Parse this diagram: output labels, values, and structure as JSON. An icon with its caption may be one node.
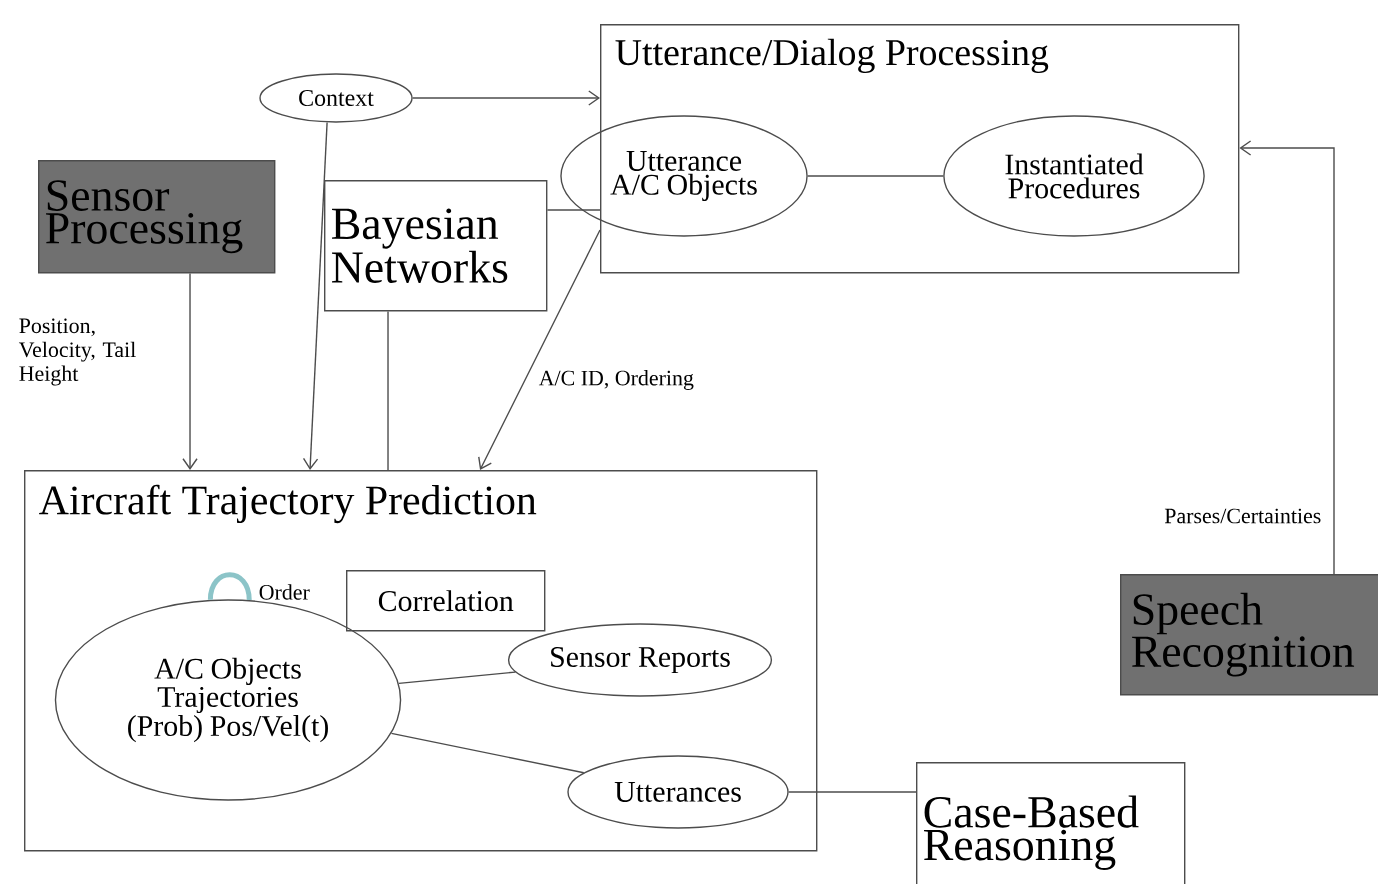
{
  "diagram": {
    "nodes": [
      {
        "text": [
          "Utterance/Dialog Processing"
        ]
      },
      {
        "text": [
          "Utterance A/C Objects"
        ],
        "in": 0
      },
      {
        "text": [
          "Instantiated Procedures"
        ],
        "in": 0
      },
      {
        "text": [
          "Context"
        ]
      },
      {
        "text": [
          "Sensor Processing"
        ]
      },
      {
        "text": [
          "Bayesian Networks"
        ]
      },
      {
        "text": [
          "Aircraft Trajectory Prediction"
        ]
      },
      {
        "text": [
          "Correlation"
        ],
        "in": 6
      },
      {
        "text": [
          "A/C Objects Trajectories (Prob) Pos/Vel(t)"
        ],
        "in": 6
      },
      {
        "text": [
          "Sensor Reports"
        ],
        "in": 6
      },
      {
        "text": [
          "Utterances"
        ],
        "in": 6
      },
      {
        "text": [
          "Case-Based Reasoning"
        ]
      },
      {
        "text": [
          "Speech Recognition"
        ]
      }
    ],
    "edges": [
      {
        "from": 3,
        "to": 0,
        "arrow": "to"
      },
      {
        "from": 3,
        "to": 6,
        "arrow": "to"
      },
      {
        "from": 4,
        "to": 6,
        "arrow": "to",
        "label": "Position, Velocity, Tail Height"
      },
      {
        "from": 5,
        "to": 0,
        "arrow": "none"
      },
      {
        "from": 5,
        "to": 6,
        "arrow": "none"
      },
      {
        "from": 0,
        "to": 6,
        "arrow": "to",
        "label": "A/C ID, Ordering"
      },
      {
        "from": 1,
        "to": 2,
        "arrow": "none"
      },
      {
        "from": 12,
        "to": 0,
        "arrow": "to",
        "label": "Parses/Certainties"
      },
      {
        "from": 8,
        "to": 9,
        "arrow": "none"
      },
      {
        "from": 8,
        "to": 10,
        "arrow": "none"
      },
      {
        "from": 10,
        "to": 11,
        "arrow": "none"
      },
      {
        "from": 8,
        "to": 8,
        "arrow": "none",
        "label": "Order",
        "style": "thick",
        "color": "#8cc4c8"
      }
    ]
  }
}
